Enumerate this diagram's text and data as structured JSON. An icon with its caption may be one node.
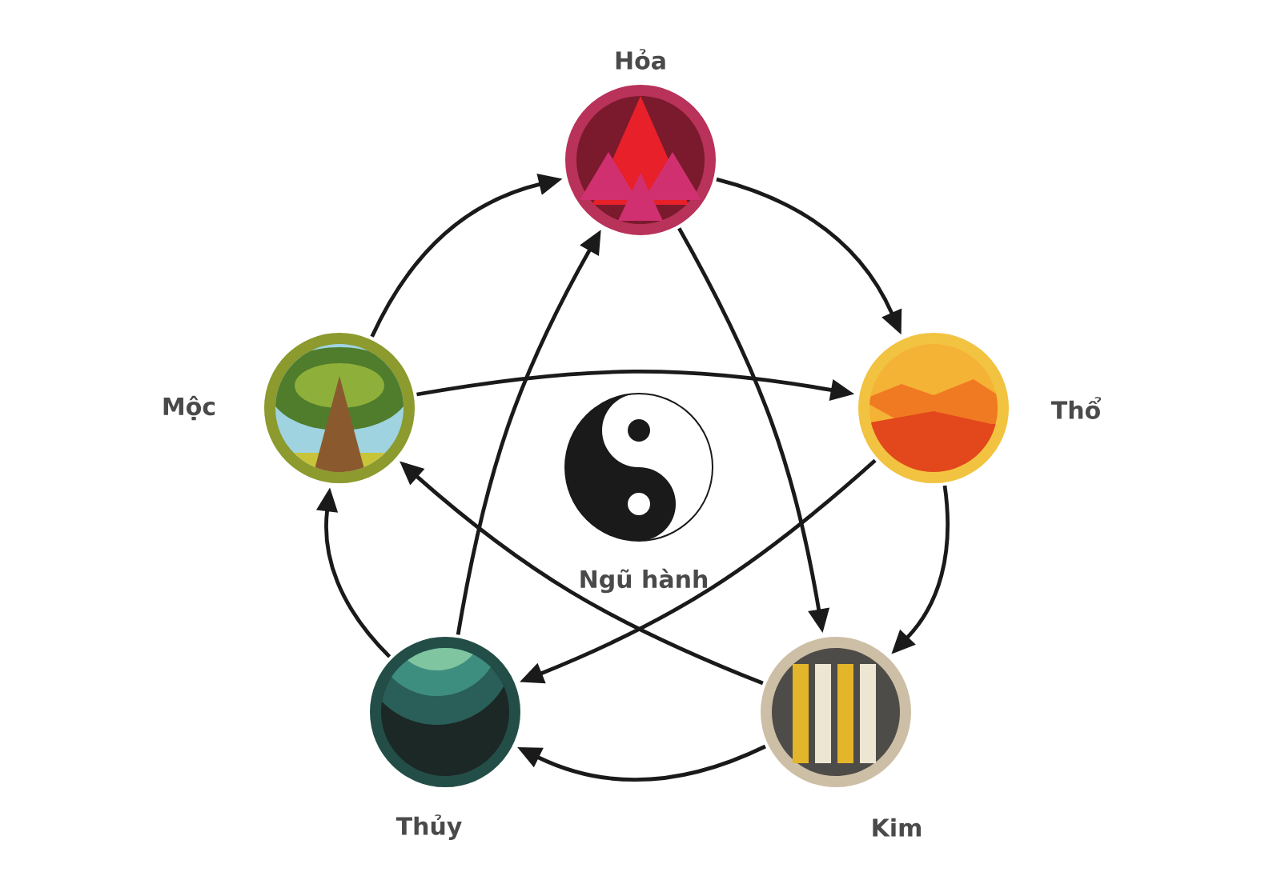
{
  "diagram": {
    "nodes": [
      {
        "text": [
          "Hỏa"
        ]
      },
      {
        "text": [
          "Thổ"
        ]
      },
      {
        "text": [
          "Kim"
        ]
      },
      {
        "text": [
          "Thủy"
        ]
      },
      {
        "text": [
          "Mộc"
        ]
      }
    ],
    "labels": [
      "Ngũ hành"
    ],
    "edges": [
      {
        "from": 4,
        "to": 0,
        "arrow": "to"
      },
      {
        "from": 0,
        "to": 1,
        "arrow": "to"
      },
      {
        "from": 1,
        "to": 2,
        "arrow": "to"
      },
      {
        "from": 2,
        "to": 3,
        "arrow": "to"
      },
      {
        "from": 3,
        "to": 4,
        "arrow": "to"
      },
      {
        "from": 4,
        "to": 1,
        "arrow": "to"
      },
      {
        "from": 1,
        "to": 3,
        "arrow": "to"
      },
      {
        "from": 3,
        "to": 0,
        "arrow": "to"
      },
      {
        "from": 0,
        "to": 2,
        "arrow": "to"
      },
      {
        "from": 2,
        "to": 4,
        "arrow": "to"
      }
    ]
  }
}
